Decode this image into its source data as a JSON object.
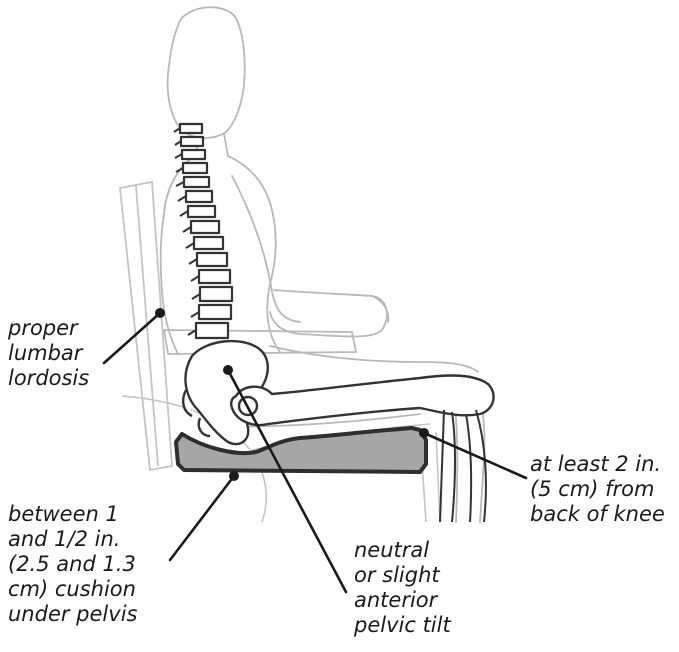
{
  "annotations": {
    "lumbar": [
      "proper",
      "lumbar",
      "lordosis"
    ],
    "cushion": [
      "between 1",
      "and 1/2 in.",
      "(2.5 and 1.3",
      "cm) cushion",
      "under pelvis"
    ],
    "tilt": [
      "neutral",
      "or slight",
      "anterior",
      "pelvic tilt"
    ],
    "knee": [
      "at least 2 in.",
      "(5 cm) from",
      "back of knee"
    ]
  },
  "colors": {
    "outline": "#b5b5b5",
    "bone": "#3a3a3a",
    "cushion_fill": "#a6a6a6",
    "cushion_stroke": "#333333",
    "leader": "#1a1a1a"
  }
}
